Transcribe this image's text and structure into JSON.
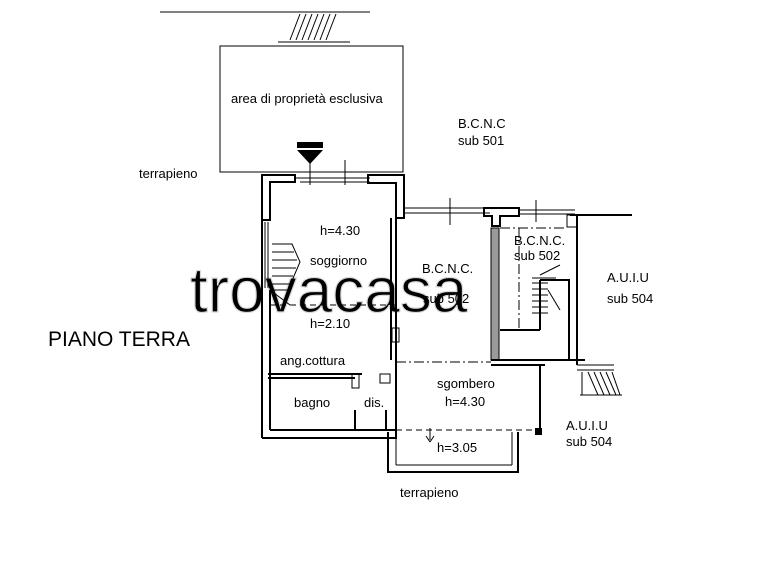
{
  "floor_title": "PIANO TERRA",
  "watermark": "trovacasa",
  "labels": {
    "exclusive_area": "area di proprietà esclusiva",
    "bcnc_top": "B.C.N.C",
    "bcnc_top_sub": "sub 501",
    "embankment_left": "terrapieno",
    "embankment_bottom": "terrapieno",
    "living_height": "h=4.30",
    "living_room": "soggiorno",
    "living_height_low": "h=2.10",
    "kitchen_corner": "ang.cottura",
    "bathroom": "bagno",
    "hallway": "dis.",
    "bcnc_center": "B.C.N.C.",
    "bcnc_center_sub": "sub 502",
    "bcnc_small": "B.C.N.C.",
    "bcnc_small_sub": "sub 502",
    "auiu_right": "A.U.I.U",
    "auiu_right_sub": "sub 504",
    "storage": "sgombero",
    "storage_height": "h=4.30",
    "storage_height_low": "h=3.05",
    "auiu_bottom": "A.U.I.U",
    "auiu_bottom_sub": "sub 504"
  },
  "colors": {
    "line": "#000000",
    "wall_fill": "#9a9a9a",
    "watermark": "#d9d9d9"
  }
}
